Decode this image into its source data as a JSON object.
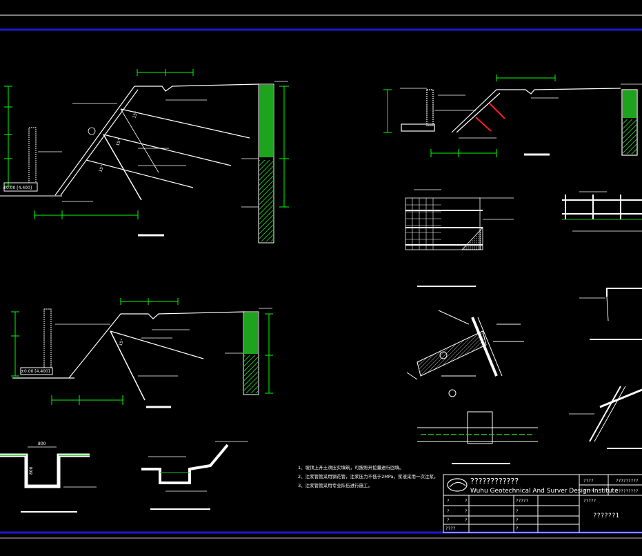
{
  "colors": {
    "background": "#000000",
    "line": "#ffffff",
    "dimension": "#00ff00",
    "border": "#1a1ad0",
    "highlight": "#ff2020",
    "hatch": "#22c022"
  },
  "drawing": {
    "dims": {
      "trench_width": "800",
      "trench_depth": "800"
    },
    "slope_marks": {
      "a": "15°",
      "b": "15°",
      "c": "15°",
      "d": "15°"
    },
    "tags": {
      "ground": "±0.00 [4.400]",
      "ground2": "±0.00 [4.400]"
    }
  },
  "notes": {
    "line1": "1、坡顶上开土须压实填筑，可按照开挖量进行回填。",
    "line2": "2、注浆管管采用钢花管，注浆压力不低于2MPa，浆液采用一次注浆。",
    "line3": "3、注浆管管采用专业队伍进行施工。"
  },
  "title_block": {
    "company_cn": "????????????",
    "company_en": "Wuhu Geotechnical And Surver Design Institute",
    "h1": "????",
    "h2": "?????????",
    "h3": "????",
    "h4": "?????????",
    "r1": "?????",
    "r2": "?????",
    "drawing_no": "??????1",
    "q": "?",
    "footer": "????"
  }
}
